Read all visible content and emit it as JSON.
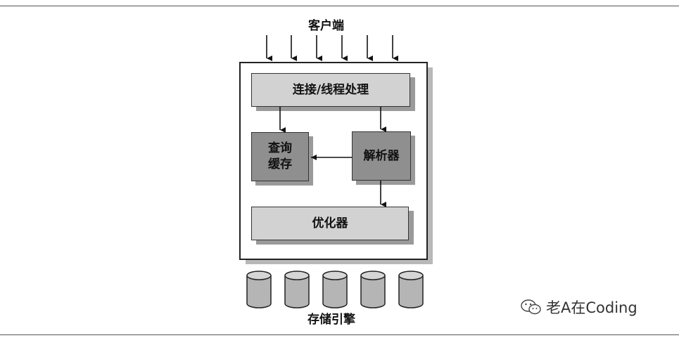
{
  "diagram": {
    "client_label": "客户端",
    "connection_box": "连接/线程处理",
    "query_cache_box": "查询缓存",
    "parser_box": "解析器",
    "optimizer_box": "优化器",
    "storage_label": "存储引擎"
  },
  "watermark": {
    "icon": "wechat-icon",
    "text": "老A在Coding"
  }
}
